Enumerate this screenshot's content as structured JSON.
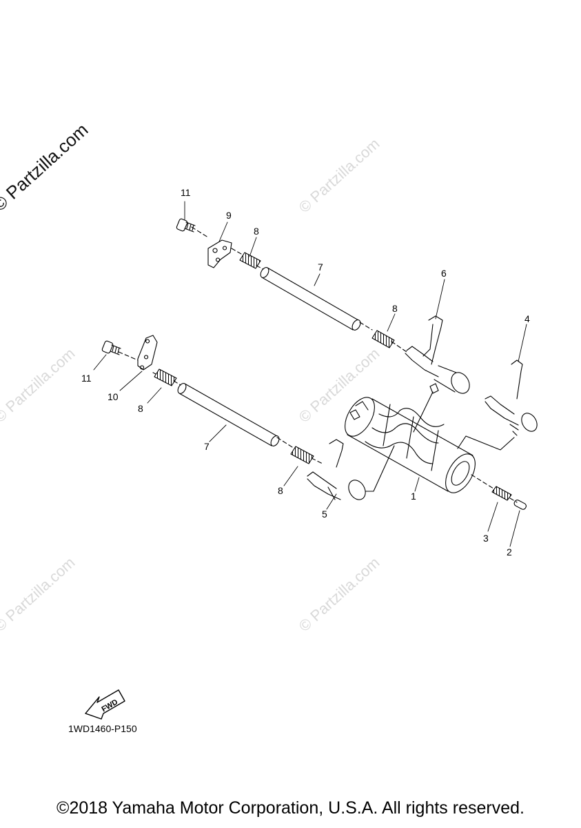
{
  "watermarks": {
    "main": "© Partzilla.com",
    "faint": "© Partzilla.com"
  },
  "callouts": {
    "c1": "1",
    "c2": "2",
    "c3": "3",
    "c4": "4",
    "c5": "5",
    "c6": "6",
    "c7a": "7",
    "c7b": "7",
    "c8a": "8",
    "c8b": "8",
    "c8c": "8",
    "c8d": "8",
    "c9": "9",
    "c10": "10",
    "c11a": "11",
    "c11b": "11"
  },
  "fwd_label": "FWD",
  "diagram_code": "1WD1460-P150",
  "copyright": "©2018 Yamaha Motor Corporation, U.S.A. All rights reserved."
}
